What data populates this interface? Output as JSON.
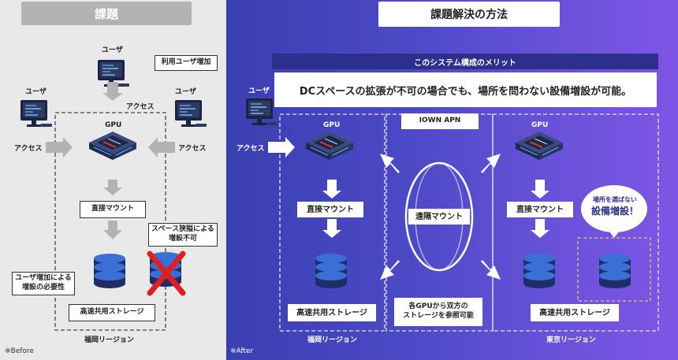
{
  "before": {
    "header": "課題",
    "user_top": "ユーザ",
    "user_left": "ユーザ",
    "user_right": "ユーザ",
    "increase_note": "利用ユーザ増加",
    "access_top": "アクセス",
    "access_left": "アクセス",
    "access_right": "アクセス",
    "gpu": "GPU",
    "direct_mount": "直接マウント",
    "space_note": "スペース狭隘による\n増設不可",
    "user_need_note": "ユーザ増加による\n増設の必要性",
    "storage": "高速共用ストレージ",
    "region": "福岡リージョン",
    "footnote": "※Before"
  },
  "after": {
    "header": "課題解決の方法",
    "merit_title": "このシステム構成のメリット",
    "merit_text": "DCスペースの拡張が不可の場合でも、場所を問わない設備増設が可能。",
    "user": "ユーザ",
    "access": "アクセス",
    "apn": "IOWN APN",
    "gpu_left": "GPU",
    "gpu_right": "GPU",
    "direct_mount_left": "直接マウント",
    "direct_mount_right": "直接マウント",
    "remote_mount": "遠隔マウント",
    "anywhere_line1": "場所を選ばない",
    "anywhere_line2": "設備増設！",
    "storage_left": "高速共用ストレージ",
    "storage_right": "高速共用ストレージ",
    "ref_note": "各GPUから双方の\nストレージを参照可能",
    "region_left": "福岡リージョン",
    "region_right": "東京リージョン",
    "footnote": "※After"
  },
  "colors": {
    "before_bg": "#e9e9e9",
    "after_bg_start": "#3a3fb0",
    "after_bg_end": "#7f55e6",
    "cross": "#e02020"
  },
  "icons": [
    "monitor-icon",
    "gpu-device-icon",
    "storage-db-icon",
    "cross-mark-icon",
    "ring-icon"
  ]
}
